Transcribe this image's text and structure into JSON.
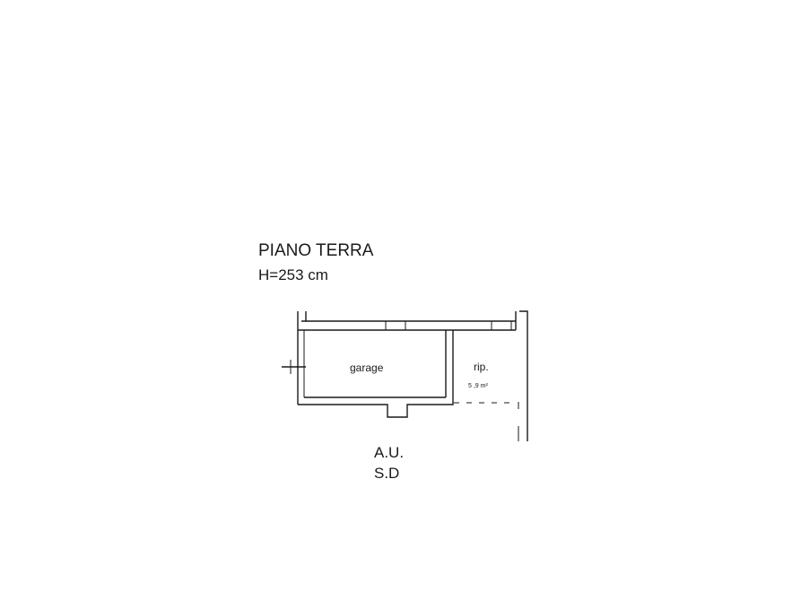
{
  "plan": {
    "floor_label": "PIANO TERRA",
    "height_label": "H=253 cm",
    "rooms": {
      "garage": "garage",
      "storage": "rip.",
      "storage_area": "5 ,9 m²"
    },
    "footer": {
      "line1": "A.U.",
      "line2": "S.D"
    }
  }
}
